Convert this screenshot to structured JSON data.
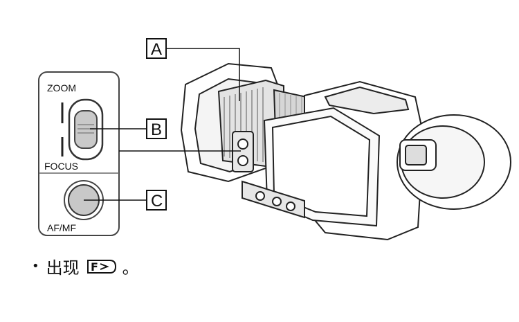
{
  "callouts": {
    "a": "A",
    "b": "B",
    "c": "C"
  },
  "switch_panel": {
    "top_label": "ZOOM",
    "bottom_label": "FOCUS"
  },
  "button_panel": {
    "label": "AF/MF"
  },
  "note": {
    "bullet": "•",
    "text": "出现",
    "suffix": "。",
    "icon": "focus-icon"
  }
}
